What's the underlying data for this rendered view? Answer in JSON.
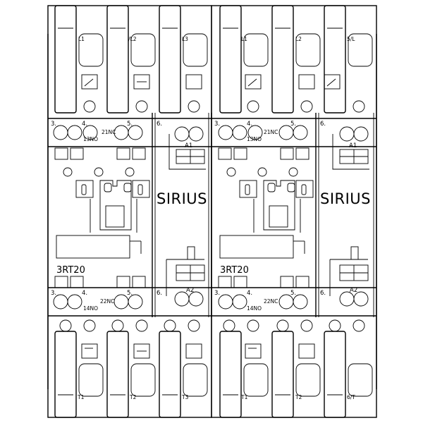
{
  "drawing": {
    "brand_label": "SIRIUS",
    "model_label": "3RT20",
    "coil_top_label": "A1",
    "coil_bottom_label": "A2",
    "aux_top": {
      "terminal_3": "3.",
      "terminal_4": "4.",
      "terminal_5": "5.",
      "terminal_6": "6.",
      "nc_label": "21NC",
      "no_label": "13NO"
    },
    "aux_bottom": {
      "terminal_3": "3.",
      "terminal_4": "4.",
      "terminal_5": "5.",
      "terminal_6": "6.",
      "nc_label": "22NC",
      "no_label": "14NO"
    },
    "main_top_left": [
      "L1",
      "/L2",
      "L3"
    ],
    "main_top_right": [
      "L1",
      "L2",
      "5/L"
    ],
    "main_bottom_left": [
      "T1",
      "T2",
      "T3"
    ],
    "main_bottom_right": [
      "T1",
      "T2",
      "6/T"
    ]
  }
}
